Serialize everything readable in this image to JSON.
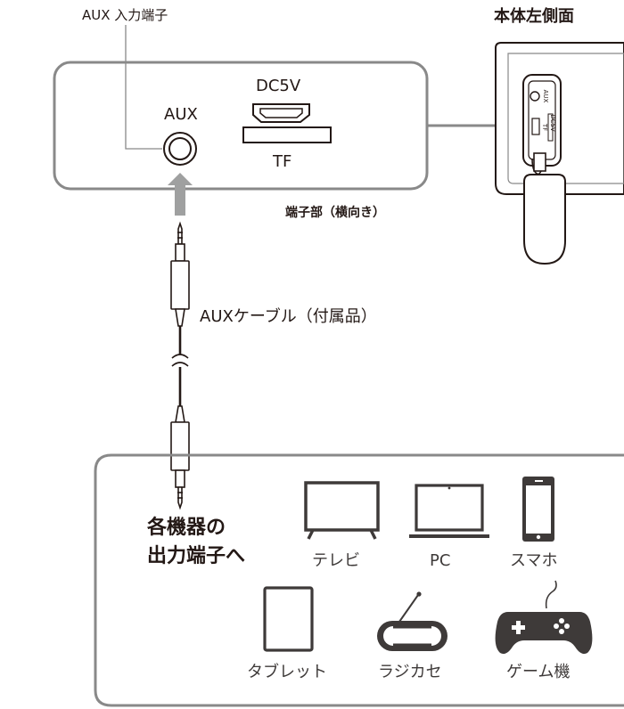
{
  "labels": {
    "aux_input_terminal": "AUX 入力端子",
    "left_side": "本体左側面",
    "aux": "AUX",
    "dc5v": "DC5V",
    "tf": "TF",
    "terminal_section": "端子部（横向き）",
    "aux_cable": "AUXケーブル（付属品）",
    "output_line1": "各機器の",
    "output_line2": "出力端子へ",
    "side_aux": "AUX",
    "side_dc": "DC5V",
    "side_tf": "TF"
  },
  "devices": [
    {
      "name": "テレビ",
      "icon": "tv-icon"
    },
    {
      "name": "PC",
      "icon": "laptop-icon"
    },
    {
      "name": "スマホ",
      "icon": "smartphone-icon"
    },
    {
      "name": "タブレット",
      "icon": "tablet-icon"
    },
    {
      "name": "ラジカセ",
      "icon": "radio-cassette-icon"
    },
    {
      "name": "ゲーム機",
      "icon": "game-controller-icon"
    }
  ],
  "colors": {
    "outline": "#898989",
    "line": "#231815",
    "icon": "#3e3a39",
    "arrow": "#9fa0a0"
  }
}
